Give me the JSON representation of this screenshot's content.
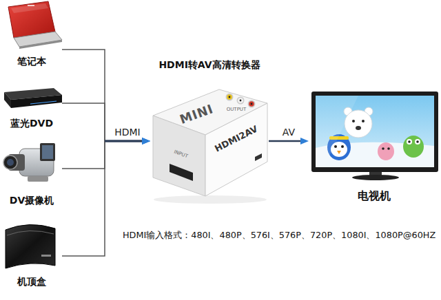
{
  "diagram": {
    "nodes": [
      {
        "text": [
          "笔记本"
        ]
      },
      {
        "text": [
          "蓝光DVD"
        ]
      },
      {
        "text": [
          "DV摄像机"
        ]
      },
      {
        "text": [
          "机顶盒"
        ]
      },
      {
        "text": [
          "HDMI转AV高清转换器",
          "MINI",
          "HDMI2AV",
          "INPUT",
          "OUTPUT"
        ]
      },
      {
        "text": [
          "电视机"
        ]
      }
    ],
    "edges": [
      {
        "from": 0,
        "to": 4,
        "arrow": "to"
      },
      {
        "from": 1,
        "to": 4,
        "arrow": "to"
      },
      {
        "from": 2,
        "to": 4,
        "arrow": "to",
        "label": "HDMI"
      },
      {
        "from": 3,
        "to": 4,
        "arrow": "to"
      },
      {
        "from": 4,
        "to": 5,
        "arrow": "to",
        "label": "AV"
      }
    ],
    "labels": [
      "HDMI输入格式：480I、480P、576I、576P、720P、1080I、1080P@60HZ"
    ]
  }
}
